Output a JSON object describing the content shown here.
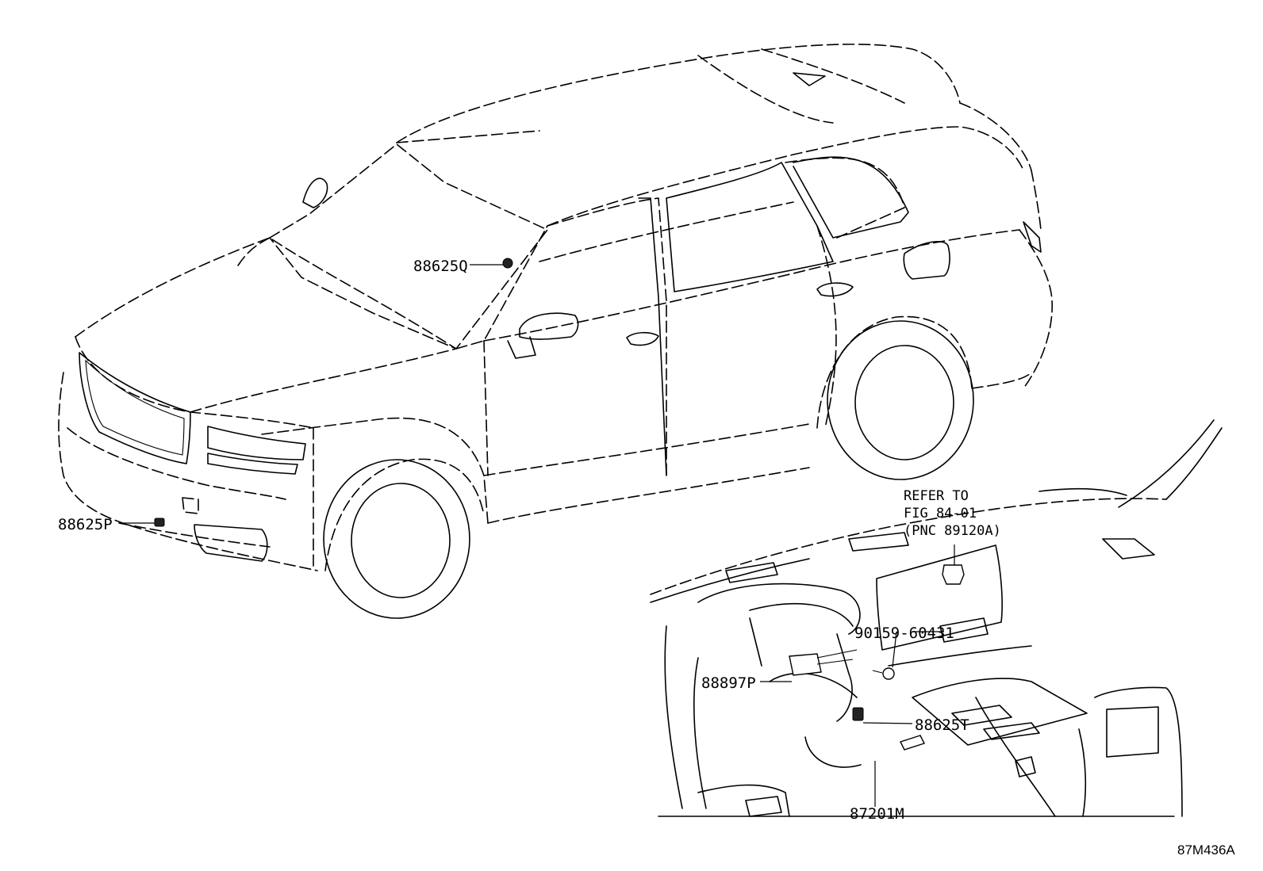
{
  "diagram": {
    "figure_code": "87M436A",
    "reference_note": {
      "line1": "REFER TO",
      "line2": "FIG 84-01",
      "line3": "(PNC 89120A)"
    },
    "callouts": [
      {
        "id": "88625Q",
        "label": "88625Q"
      },
      {
        "id": "88625P",
        "label": "88625P"
      },
      {
        "id": "90159-60431",
        "label": "90159-60431"
      },
      {
        "id": "88897P",
        "label": "88897P"
      },
      {
        "id": "88625T",
        "label": "88625T"
      },
      {
        "id": "87201M",
        "label": "87201M"
      }
    ]
  }
}
